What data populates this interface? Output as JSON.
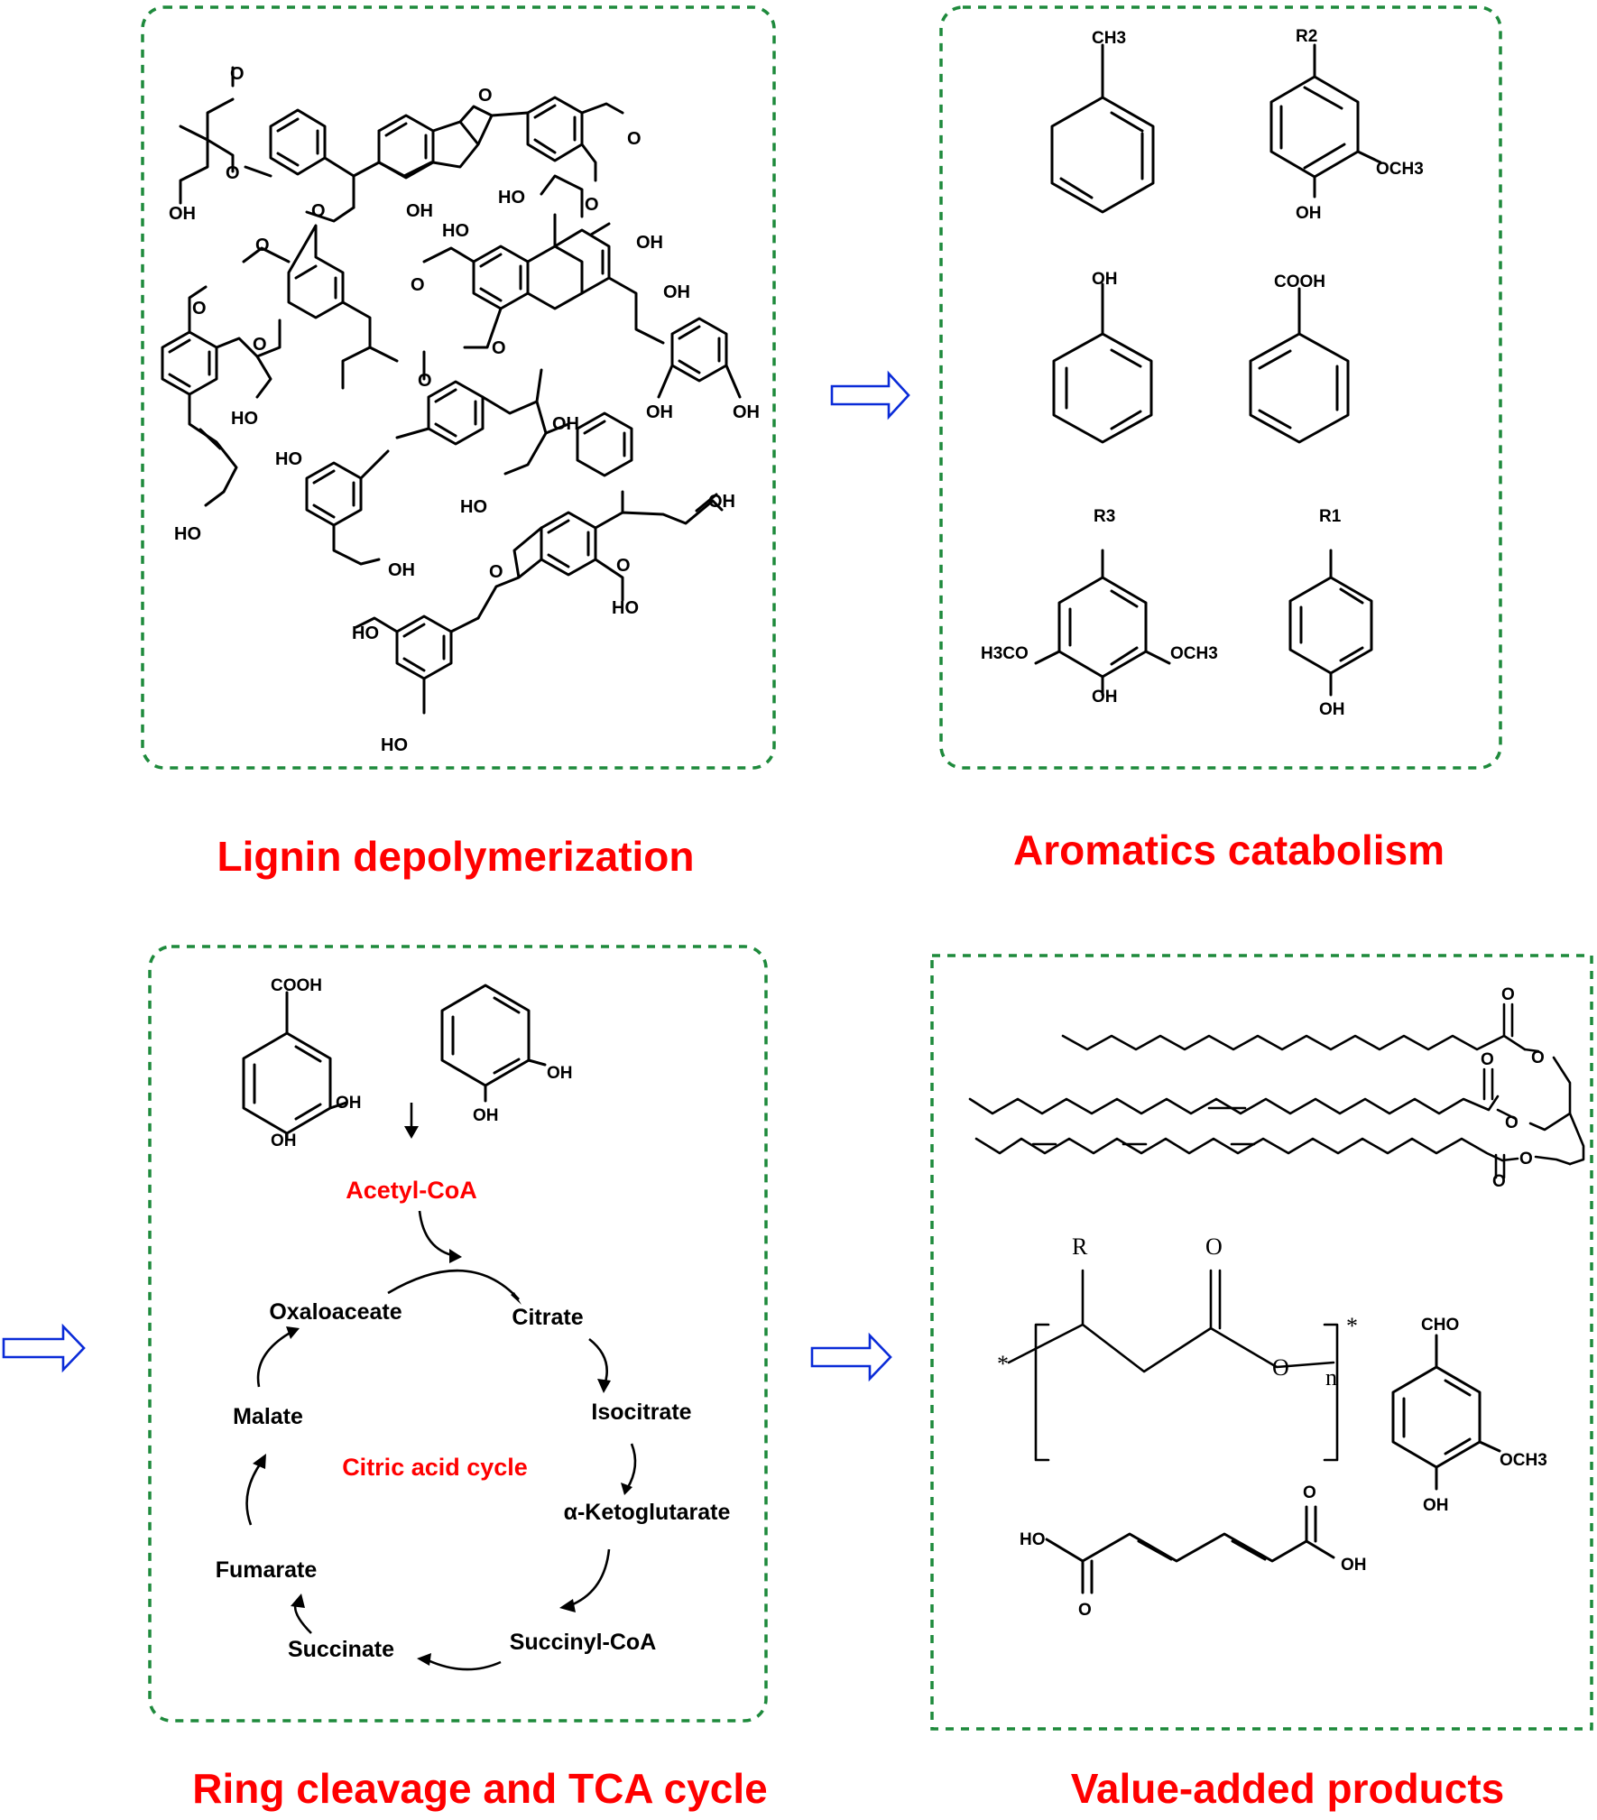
{
  "captions": {
    "lignin": "Lignin depolymerization",
    "aromatics": "Aromatics catabolism",
    "ring": "Ring cleavage and TCA cycle",
    "value": "Value-added products"
  },
  "lignin_labels": {
    "oh1": "OH",
    "oh2": "OH",
    "oh3": "HO",
    "oh4": "HO",
    "oh5": "OH",
    "oh6": "OH",
    "oh7": "HO",
    "oh8": "OH",
    "oh9": "O",
    "oh10": "O",
    "oh11": "HO",
    "oh12": "OH",
    "oh13": "HO",
    "oh14": "HO",
    "oh15": "OH",
    "oh16": "HO",
    "oh17": "OH",
    "oh18": "O",
    "oh19": "OH",
    "oh20": "HO",
    "oh21": "O",
    "oh22": "O",
    "oh23": "O",
    "oh24": "O",
    "oh25": "O",
    "oh26": "O",
    "oh27": "O",
    "oh28": "O",
    "oh29": "O",
    "oh30": "HO",
    "oh31": "O",
    "oh32": "O"
  },
  "aromatics_labels": {
    "ch3": "CH3",
    "r2": "R2",
    "och3_a": "OCH3",
    "oh_a": "OH",
    "oh_b": "OH",
    "cooh_a": "COOH",
    "r3": "R3",
    "h3co": "H3CO",
    "och3_b": "OCH3",
    "oh_c": "OH",
    "r1": "R1",
    "oh_d": "OH"
  },
  "tca": {
    "cooh": "COOH",
    "oh1": "OH",
    "oh2": "OH",
    "oh3": "OH",
    "oh4": "OH",
    "acetyl": "Acetyl-CoA",
    "center": "Citric acid cycle",
    "metabolites": [
      "Oxaloaceate",
      "Citrate",
      "Isocitrate",
      "α-Ketoglutarate",
      "Succinyl-CoA",
      "Succinate",
      "Fumarate",
      "Malate"
    ]
  },
  "products": {
    "o1": "O",
    "o2": "O",
    "o3": "O",
    "o4": "O",
    "o5": "O",
    "o6": "O",
    "r": "R",
    "o7": "O",
    "o8": "O",
    "n": "n",
    "star1": "*",
    "star2": "*",
    "cho": "CHO",
    "och3": "OCH3",
    "oh_v": "OH",
    "ho": "HO",
    "o9": "O",
    "o10": "O",
    "oh_m": "OH"
  },
  "colors": {
    "box": "#1e8a3c",
    "caption": "#ff0000",
    "arrow": "#0a2bd8"
  }
}
